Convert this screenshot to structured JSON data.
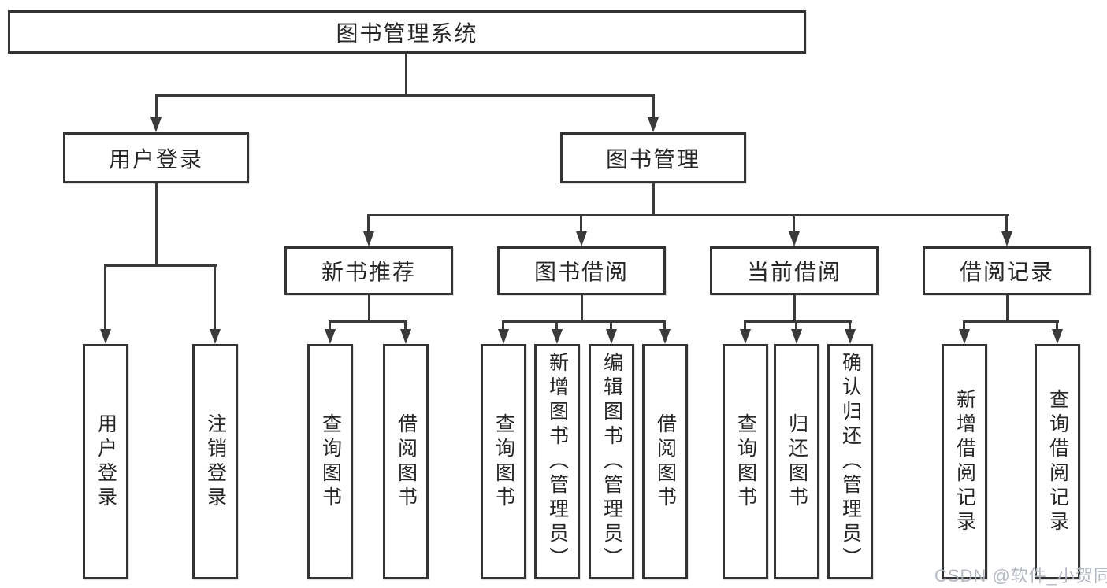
{
  "diagram": {
    "type": "hierarchy-tree",
    "root": "图书管理系统",
    "level2": [
      "用户登录",
      "图书管理"
    ],
    "level3": [
      "新书推荐",
      "图书借阅",
      "当前借阅",
      "借阅记录"
    ],
    "leaves_user_login": [
      "用户登录",
      "注销登录"
    ],
    "leaves_new_books": [
      "查询图书",
      "借阅图书"
    ],
    "leaves_book_borrow": [
      "查询图书",
      "新增图书（管理员）",
      "编辑图书（管理员）",
      "借阅图书"
    ],
    "leaves_current_borrow": [
      "查询图书",
      "归还图书",
      "确认归还（管理员）"
    ],
    "leaves_borrow_records": [
      "新增借阅记录",
      "查询借阅记录"
    ]
  },
  "colors": {
    "line": "#3a3a3a",
    "box_border": "#333333",
    "text": "#262626",
    "background": "#ffffff",
    "watermark": "#b0b5be"
  },
  "watermark": "CSDN @软件_小贺同学"
}
